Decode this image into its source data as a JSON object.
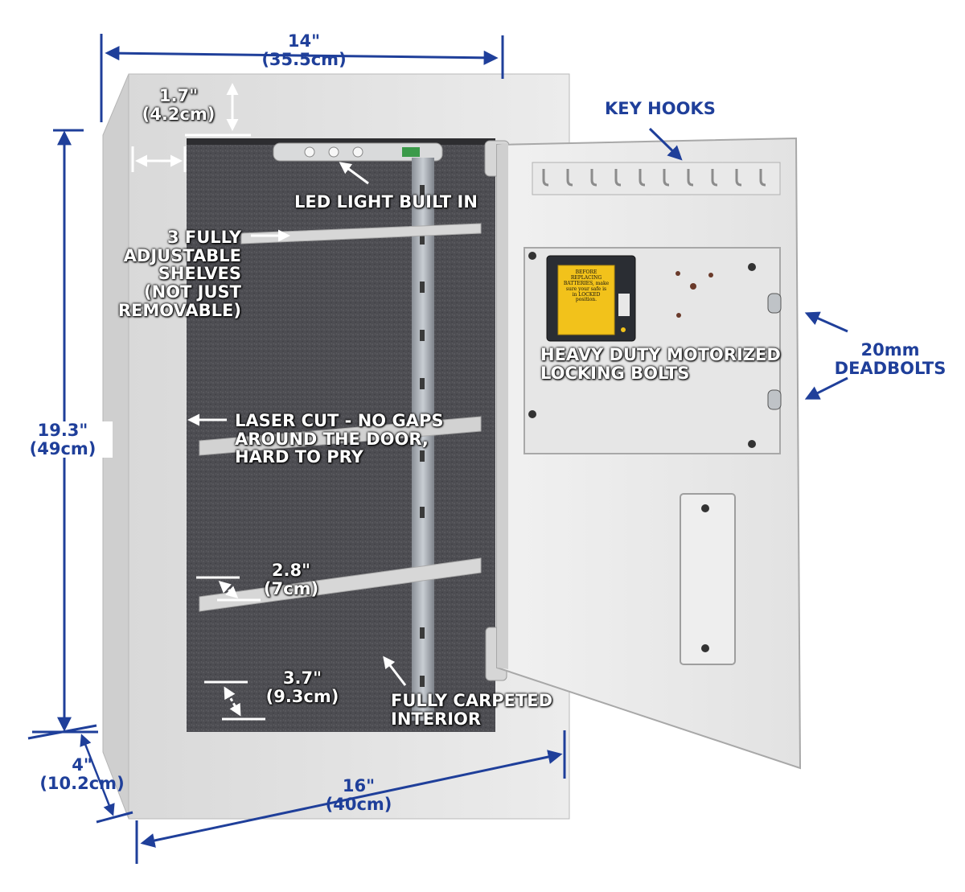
{
  "colors": {
    "dimension_text": "#1f3f9a",
    "feature_text": "#ffffff",
    "safe_body": "#e4e4e4",
    "carpet": "#4a4a4f",
    "door": "#ececec",
    "warning_sticker": "#f2c21b"
  },
  "dimensions": {
    "width_top": "14\"\n(35.5cm)",
    "frame_top": "1.7\"\n(4.2cm)",
    "height": "19.3\"\n(49cm)",
    "depth": "4\"\n(10.2cm)",
    "width_bottom": "16\"\n(40cm)",
    "shelf_gap": "2.8\"\n(7cm)",
    "bottom_gap": "3.7\"\n(9.3cm)"
  },
  "features": {
    "led_light": "LED LIGHT BUILT IN",
    "shelves": "3 FULLY\nADJUSTABLE\nSHELVES\n(NOT JUST\nREMOVABLE)",
    "laser_cut": "LASER CUT - NO GAPS\nAROUND THE DOOR,\nHARD TO PRY",
    "motorized_bolts": "HEAVY DUTY MOTORIZED\nLOCKING BOLTS",
    "carpeted": "FULLY CARPETED\nINTERIOR"
  },
  "callouts": {
    "key_hooks": "KEY HOOKS",
    "deadbolts": "20mm\nDEADBOLTS"
  },
  "sticker": {
    "text": "BEFORE\nREPLACING\nBATTERIES, make\nsure your safe is\nin LOCKED\nposition."
  }
}
